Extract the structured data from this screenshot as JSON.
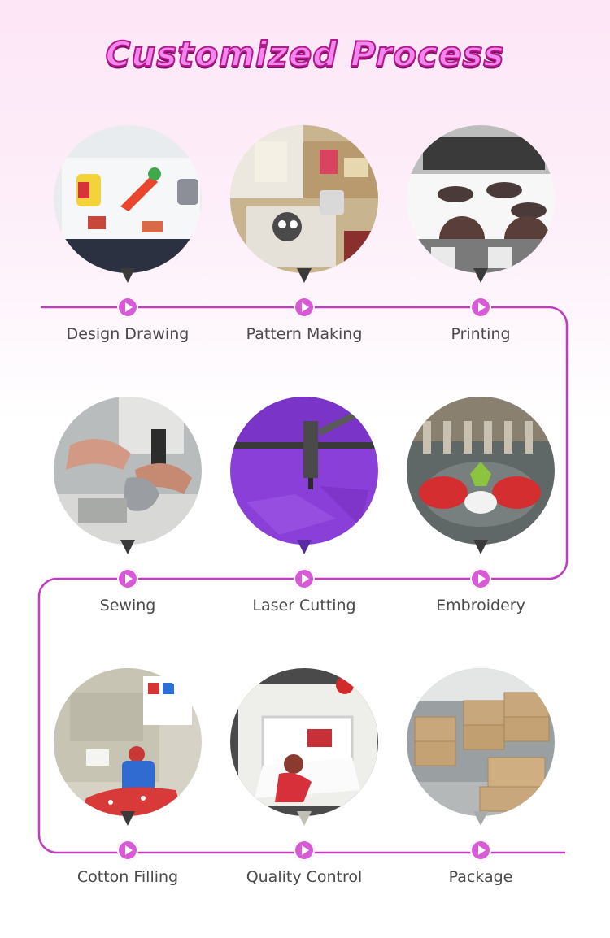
{
  "title": "Customized Process",
  "colors": {
    "accent": "#c23cbf",
    "dot": "#d85ad6",
    "label": "#4a4a4a"
  },
  "steps": [
    {
      "label": "Design Drawing"
    },
    {
      "label": "Pattern Making"
    },
    {
      "label": "Printing"
    },
    {
      "label": "Sewing"
    },
    {
      "label": "Laser Cutting"
    },
    {
      "label": "Embroidery"
    },
    {
      "label": "Cotton Filling"
    },
    {
      "label": "Quality Control"
    },
    {
      "label": "Package"
    }
  ]
}
